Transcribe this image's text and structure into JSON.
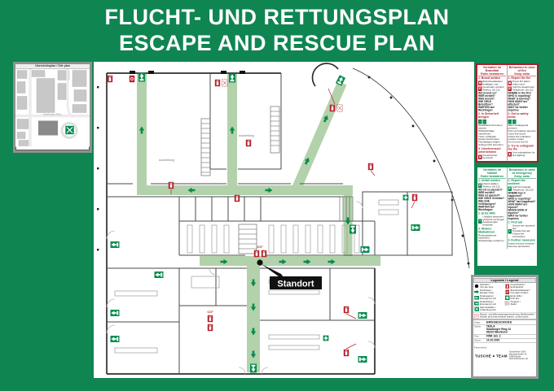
{
  "title": {
    "line1": "FLUCHT- UND RETTUNGSPLAN",
    "line2": "ESCAPE AND RESCUE PLAN"
  },
  "site_plan": {
    "header": "Übersichtsplan / Site plan",
    "street_label": "Saarburger Ring"
  },
  "plan": {
    "standort_label": "Standort",
    "room_label_1": "Ausstellung",
    "room_label_2": "Ausstellung",
    "co2_label_1": "CO²",
    "co2_label_2": "CO²"
  },
  "icons": {
    "phone": "✆",
    "alarm": "◉",
    "exit_man": "→",
    "exit_arrow": "→",
    "extinguisher": "▮",
    "cross": "+"
  },
  "fire_box": {
    "de": {
      "title": "Verhalten im Brandfall",
      "sub": "Ruhe bewahren",
      "s1_title": "1. Brand melden",
      "s1_items": [
        "Brandmeldetaster betätigen und",
        "Feuerwehr anrufen Telefon: (0) 112"
      ],
      "s1_qs": [
        "WO brennt es?",
        "WER meldet?",
        "WAS brennt?",
        "WIE VIELE Betroffene?",
        "WARTEN auf Rückfragen"
      ],
      "s2_title": "2. In Sicherheit bringen",
      "s2_items": [
        "Gefährdete Personen warnen",
        "Hilfsbedürftige mitnehmen",
        "Türen schließen",
        "Gekennzeichneten Fluchtwegen folgen",
        "Aufzug nicht benutzen"
      ],
      "s3_title": "3. Löschversuch unternehmen",
      "s3_items": [
        "Feuerlöscher benutzen"
      ]
    },
    "en": {
      "title": "Behaviour in case of fire",
      "sub": "Keep calm",
      "s1_title": "1. Report the fire",
      "s1_items": [
        "Press fire alarm button and",
        "Call fire department Telephone: (0) 112"
      ],
      "s1_qs": [
        "WHERE is the fire?",
        "WHO is reporting?",
        "WHAT is burning?",
        "HOW MANY are affected?",
        "WAIT for further inquiries"
      ],
      "s2_title": "2. Get to safety areas",
      "s2_items": [
        "Warn endangered persons",
        "Pick up helpless persons",
        "Close the doors",
        "Follow the indicated escape routes",
        "Do not use the lift"
      ],
      "s3_title": "3. Try to extinguish the fire",
      "s3_items": [
        "Use extinguisher for fire-fighting"
      ]
    }
  },
  "accident_box": {
    "de": {
      "title": "Verhalten im Notfall",
      "sub": "Ruhe bewahren",
      "s1_title": "1. Unfall melden",
      "s1_items": [
        "Notruf wählen Telefon: (0) 112"
      ],
      "s1_qs": [
        "WO ist es passiert?",
        "WER meldet?",
        "WAS ist passiert?",
        "WIE VIELE Verletzte?",
        "WELCHE Verletzungen?",
        "WARTEN auf Rückfragen"
      ],
      "s2_title": "2. Erste Hilfe",
      "s2_items": [
        "Unfallort absichern",
        "Verletzte versorgen",
        "Anweisungen beachten"
      ],
      "s3_title": "3. Weitere Maßnahmen",
      "s3_items": [
        "Rettungsdienste einweisen",
        "Schaulustige entfernen"
      ]
    },
    "en": {
      "title": "Behaviour in case of emergency",
      "sub": "Keep calm",
      "s1_title": "1. Report the accident",
      "s1_items": [
        "Call the hospital Telephone: (0) 112"
      ],
      "s1_qs": [
        "WHERE has it happened?",
        "WHO is reporting?",
        "WHAT has happened?",
        "HOW MANY are injured?",
        "WHICH KIND of injuries?",
        "WAIT for further inquiries"
      ],
      "s2_title": "2. First aid",
      "s2_items": [
        "Secure the accident site",
        "Provide first aid",
        "Follow the instructions"
      ],
      "s3_title": "3. Further measures",
      "s3_items": [
        "Instruct rescue services",
        "Remove spectators"
      ]
    }
  },
  "legend": {
    "header": "Legende / Legend",
    "items": [
      {
        "icon": "standort-dot",
        "de": "Standort /",
        "en": "You are here"
      },
      {
        "icon": "escape-route-arrow",
        "de": "Fluchtweg /",
        "en": "Escape route"
      },
      {
        "icon": "emergency-exit-sign",
        "de": "Notausgang /",
        "en": "Emergency exit"
      },
      {
        "icon": "emergency-exit-sign",
        "de": "Notausstieg /",
        "en": "Emergency exit"
      },
      {
        "icon": "collecting-point",
        "de": "Sammelstelle /",
        "en": "Collecting point"
      },
      {
        "icon": "extinguisher",
        "de": "Feuerlöscher /",
        "en": "Extinguisher"
      },
      {
        "icon": "fire-alarm-button",
        "de": "Brandmeldetaster /",
        "en": "Fire alarm button"
      },
      {
        "icon": "first-aid",
        "de": "Erste Hilfe /",
        "en": "First aid"
      },
      {
        "icon": "stairs",
        "de": "Treppen /",
        "en": "Stairs"
      }
    ],
    "wide_item": {
      "de": "Rauch- und Wärmeabzugseinrichtung, Bedienstelle /",
      "en": "Smoke and heat exhaust system, control point"
    }
  },
  "title_block": {
    "floor_label": "Etage:",
    "floor": "ERDGESCHOSS",
    "object_label": "Objekt:",
    "object_line1": "TESLA",
    "object_line2": "Saarburger Ring 13",
    "object_line3": "68229 Mannheim",
    "plan_label": "Plan:",
    "plan": "FWR_EG_2",
    "date_label": "Datum:",
    "date": "14.10.2020",
    "creator_label": "Planersteller:",
    "creator_logo": "TUSCHE ● TEAM",
    "creator_line1": "Tuscheteam GbR",
    "creator_line2": "Mansteinstraße 23",
    "creator_line3": "10963 Berlin",
    "creator_line4": "www.tuscheteam.de"
  },
  "colors": {
    "page_green": "#0f8552",
    "safety_green": "#078a4f",
    "route_green": "#b3d2ab",
    "safety_red": "#b5212b"
  }
}
